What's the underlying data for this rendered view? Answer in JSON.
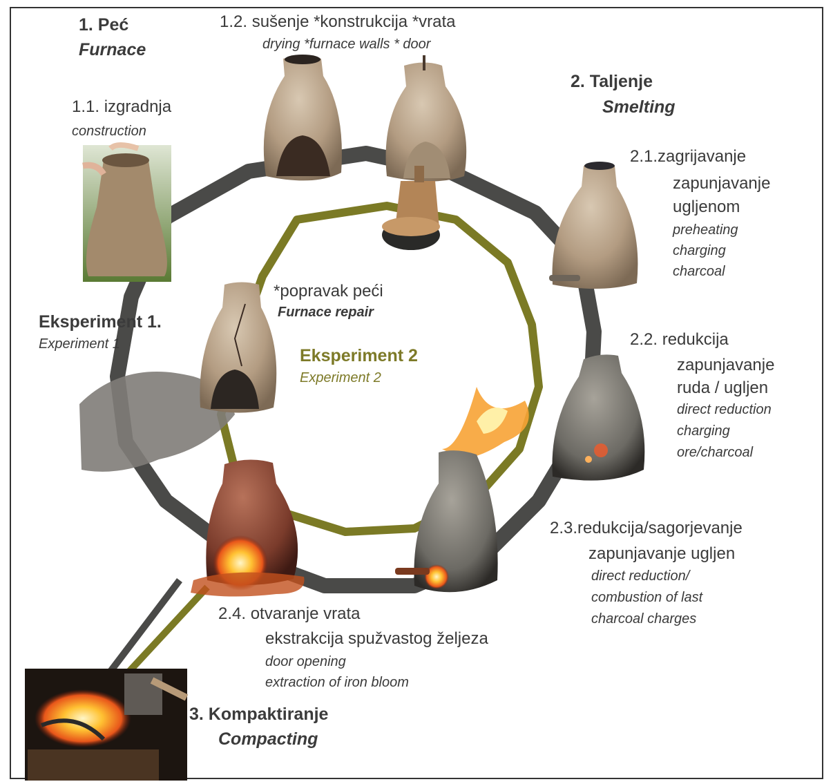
{
  "colors": {
    "outer_ring": "#4a4a48",
    "inner_ring": "#7b7a25",
    "clay": "#b5a088",
    "fire": "#f08a1c",
    "olive_text": "#7d7a28",
    "text": "#3a3a3a"
  },
  "furnace": {
    "title": "1. Peć",
    "title_en": "Furnace",
    "construction": {
      "label": "1.1. izgradnja",
      "label_en": "construction"
    },
    "drying": {
      "label": "1.2. sušenje *konstrukcija  *vrata",
      "label_en": "drying *furnace walls * door"
    }
  },
  "smelting": {
    "title": "2. Taljenje",
    "title_en": "Smelting",
    "s21": {
      "l1": "2.1.zagrijavanje",
      "l2": "zapunjavanje",
      "l3": "ugljenom",
      "e1": "preheating",
      "e2": "charging",
      "e3": "charcoal"
    },
    "s22": {
      "l1": "2.2. redukcija",
      "l2": "zapunjavanje",
      "l3": "ruda / ugljen",
      "e1": "direct reduction",
      "e2": "charging",
      "e3": "ore/charcoal"
    },
    "s23": {
      "l1": "2.3.redukcija/sagorjevanje",
      "l2": "zapunjavanje ugljen",
      "e1": "direct reduction/",
      "e2": "combustion of last",
      "e3": "charcoal charges"
    },
    "s24": {
      "l1": "2.4. otvaranje vrata",
      "l2": "ekstrakcija spužvastog željeza",
      "e1": "door opening",
      "e2": "extraction of iron bloom"
    }
  },
  "repair": {
    "label": "*popravak peći",
    "label_en": "Furnace repair"
  },
  "experiment1": {
    "label": "Eksperiment 1.",
    "label_en": "Experiment 1"
  },
  "experiment2": {
    "label": "Eksperiment 2",
    "label_en": "Experiment 2"
  },
  "compacting": {
    "title": "3. Kompaktiranje",
    "title_en": "Compacting"
  }
}
